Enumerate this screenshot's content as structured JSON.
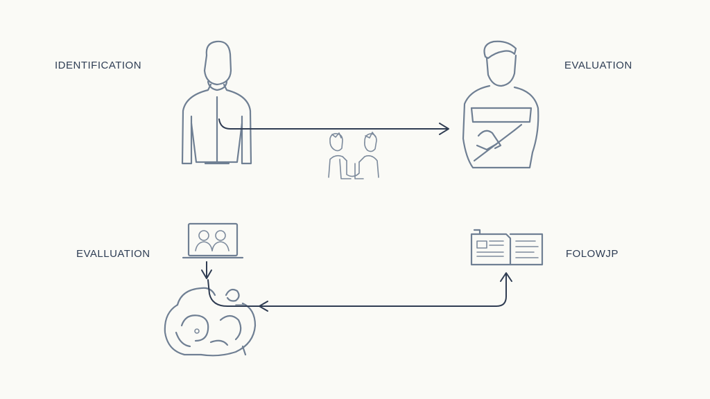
{
  "diagram": {
    "labels": {
      "top_left": "IDENTIFICATION",
      "top_right": "EVALUATION",
      "bottom_left": "EVALLUATION",
      "bottom_right": "FOLOWJP"
    },
    "icons": {
      "top_left": "person-icon",
      "top_center": "two-people-icon",
      "top_right": "person-with-clipboard-icon",
      "bottom_left_top": "video-call-laptop-icon",
      "bottom_left_bottom": "abstract-cloud-icon",
      "bottom_right": "open-book-icon"
    },
    "colors": {
      "background": "#fafaf6",
      "icon_stroke": "#6f7f93",
      "arrow_stroke": "#2f3c52",
      "text": "#2e3d54"
    }
  }
}
